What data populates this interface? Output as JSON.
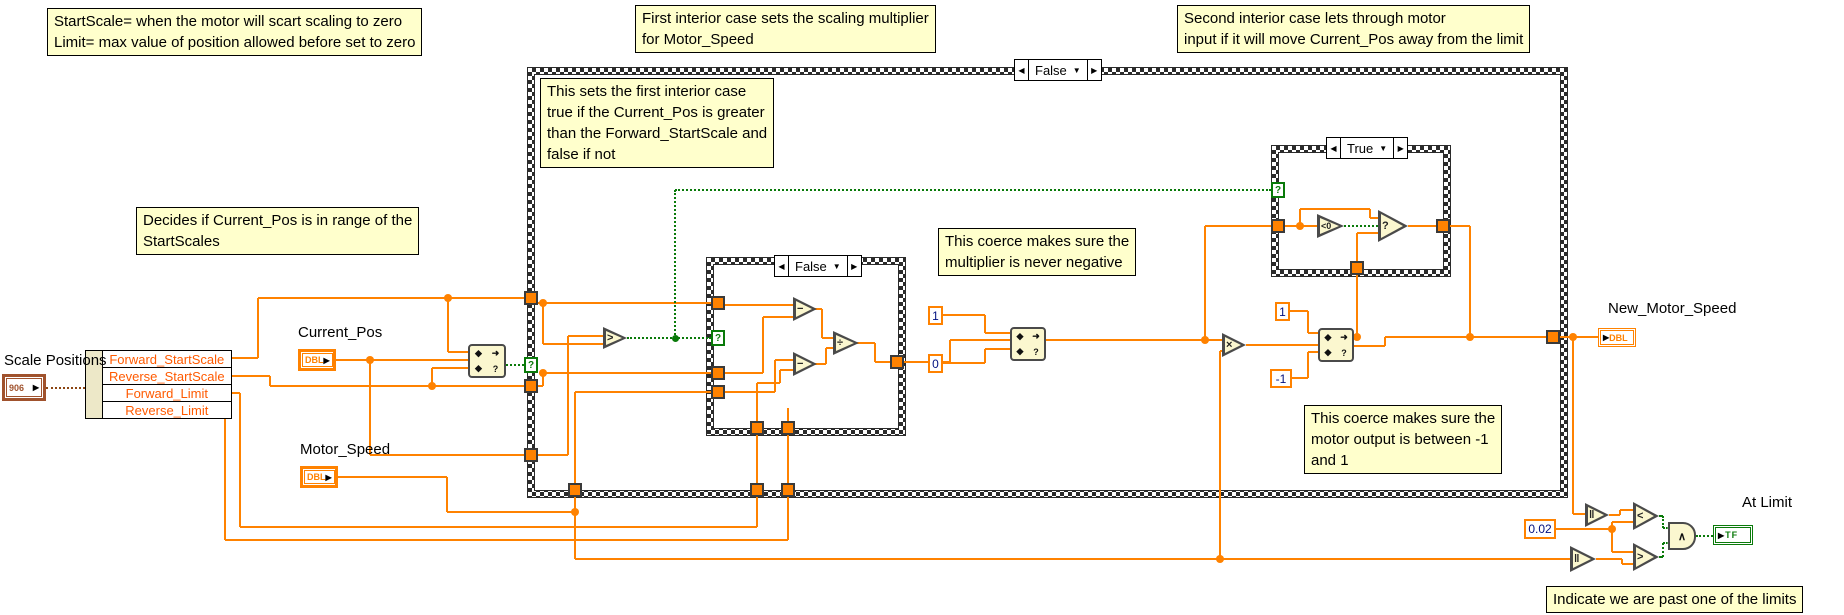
{
  "comments": {
    "c1": "StartScale= when the motor will scart scaling to zero\nLimit= max value of position allowed before set to zero",
    "c2": "First interior case sets the scaling multiplier\nfor Motor_Speed",
    "c3": "Second interior case lets through motor\ninput if it will move Current_Pos away from the limit",
    "c4": "This sets the first interior case\ntrue if the Current_Pos is greater\nthan the Forward_StartScale and\nfalse if not",
    "c5": "Decides if Current_Pos is in range of the\nStartScales",
    "c6": "This coerce makes sure the\nmultiplier is never negative",
    "c7": "This coerce makes sure the\nmotor output is between -1\nand 1",
    "c8": "Indicate we are past one of the limits"
  },
  "cases": {
    "outer": {
      "selector": "False"
    },
    "inner_scaling": {
      "selector": "False"
    },
    "inner_limit": {
      "selector": "True"
    }
  },
  "controls": {
    "scale_positions": {
      "label": "Scale Positions",
      "type": "906"
    },
    "current_pos": {
      "label": "Current_Pos",
      "type": "DBL"
    },
    "motor_speed": {
      "label": "Motor_Speed",
      "type": "DBL"
    },
    "new_motor_speed": {
      "label": "New_Motor_Speed",
      "type": "DBL"
    },
    "at_limit": {
      "label": "At Limit",
      "type": "TF"
    }
  },
  "unbundle": {
    "fields": [
      "Forward_StartScale",
      "Reverse_StartScale",
      "Forward_Limit",
      "Reverse_Limit"
    ]
  },
  "constants": {
    "one": "1",
    "zero": "0",
    "neg_one": "-1",
    "threshold": "0.02"
  },
  "nodes": {
    "greater": ">",
    "less": "<",
    "subtract": "−",
    "divide": "÷",
    "multiply": "×",
    "less_than_zero": "<0",
    "select": "?",
    "abs": "‖",
    "and": "∧"
  },
  "glyphs": {
    "tri_left": "◀",
    "tri_right": "▶",
    "tri_down": "▼",
    "term_arrow": "▶",
    "diamond": "◆",
    "coerce_arrow": "➜",
    "question": "?"
  },
  "colors": {
    "wire_numeric": "#FF8200",
    "wire_boolean": "#0a7a0a",
    "wire_cluster": "#8B4513",
    "comment_bg": "#FFFFCC",
    "node_fill": "#FBF7CF"
  }
}
